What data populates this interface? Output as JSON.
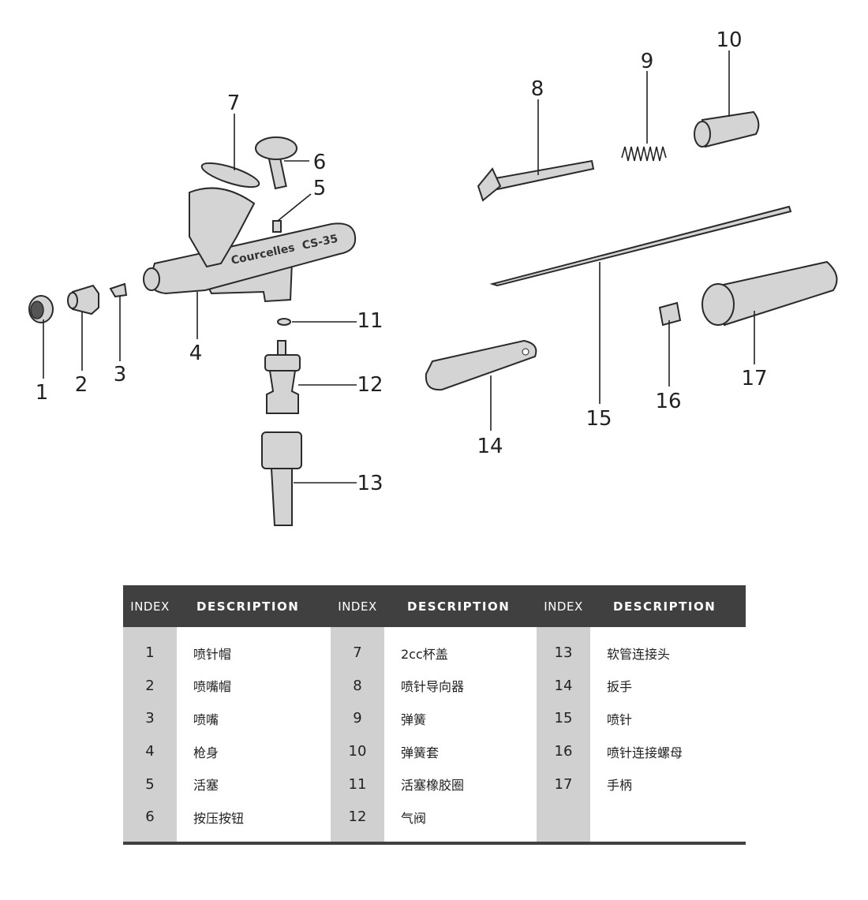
{
  "diagram": {
    "brand_text": "Courcelles",
    "model_text": "CS-35",
    "labels": [
      "1",
      "2",
      "3",
      "4",
      "5",
      "6",
      "7",
      "8",
      "9",
      "10",
      "11",
      "12",
      "13",
      "14",
      "15",
      "16",
      "17"
    ]
  },
  "table": {
    "headers": {
      "index": "INDEX",
      "description": "DESCRIPTION"
    },
    "rows": [
      [
        {
          "i": "1",
          "d": "喷针帽"
        },
        {
          "i": "7",
          "d": "2cc杯盖"
        },
        {
          "i": "13",
          "d": "软管连接头"
        }
      ],
      [
        {
          "i": "2",
          "d": "喷嘴帽"
        },
        {
          "i": "8",
          "d": "喷针导向器"
        },
        {
          "i": "14",
          "d": "扳手"
        }
      ],
      [
        {
          "i": "3",
          "d": "喷嘴"
        },
        {
          "i": "9",
          "d": "弹簧"
        },
        {
          "i": "15",
          "d": "喷针"
        }
      ],
      [
        {
          "i": "4",
          "d": "枪身"
        },
        {
          "i": "10",
          "d": "弹簧套"
        },
        {
          "i": "16",
          "d": "喷针连接螺母"
        }
      ],
      [
        {
          "i": "5",
          "d": "活塞"
        },
        {
          "i": "11",
          "d": "活塞橡胶圈"
        },
        {
          "i": "17",
          "d": "手柄"
        }
      ],
      [
        {
          "i": "6",
          "d": "按压按钮"
        },
        {
          "i": "12",
          "d": "气阀"
        },
        {
          "i": "",
          "d": ""
        }
      ]
    ]
  }
}
